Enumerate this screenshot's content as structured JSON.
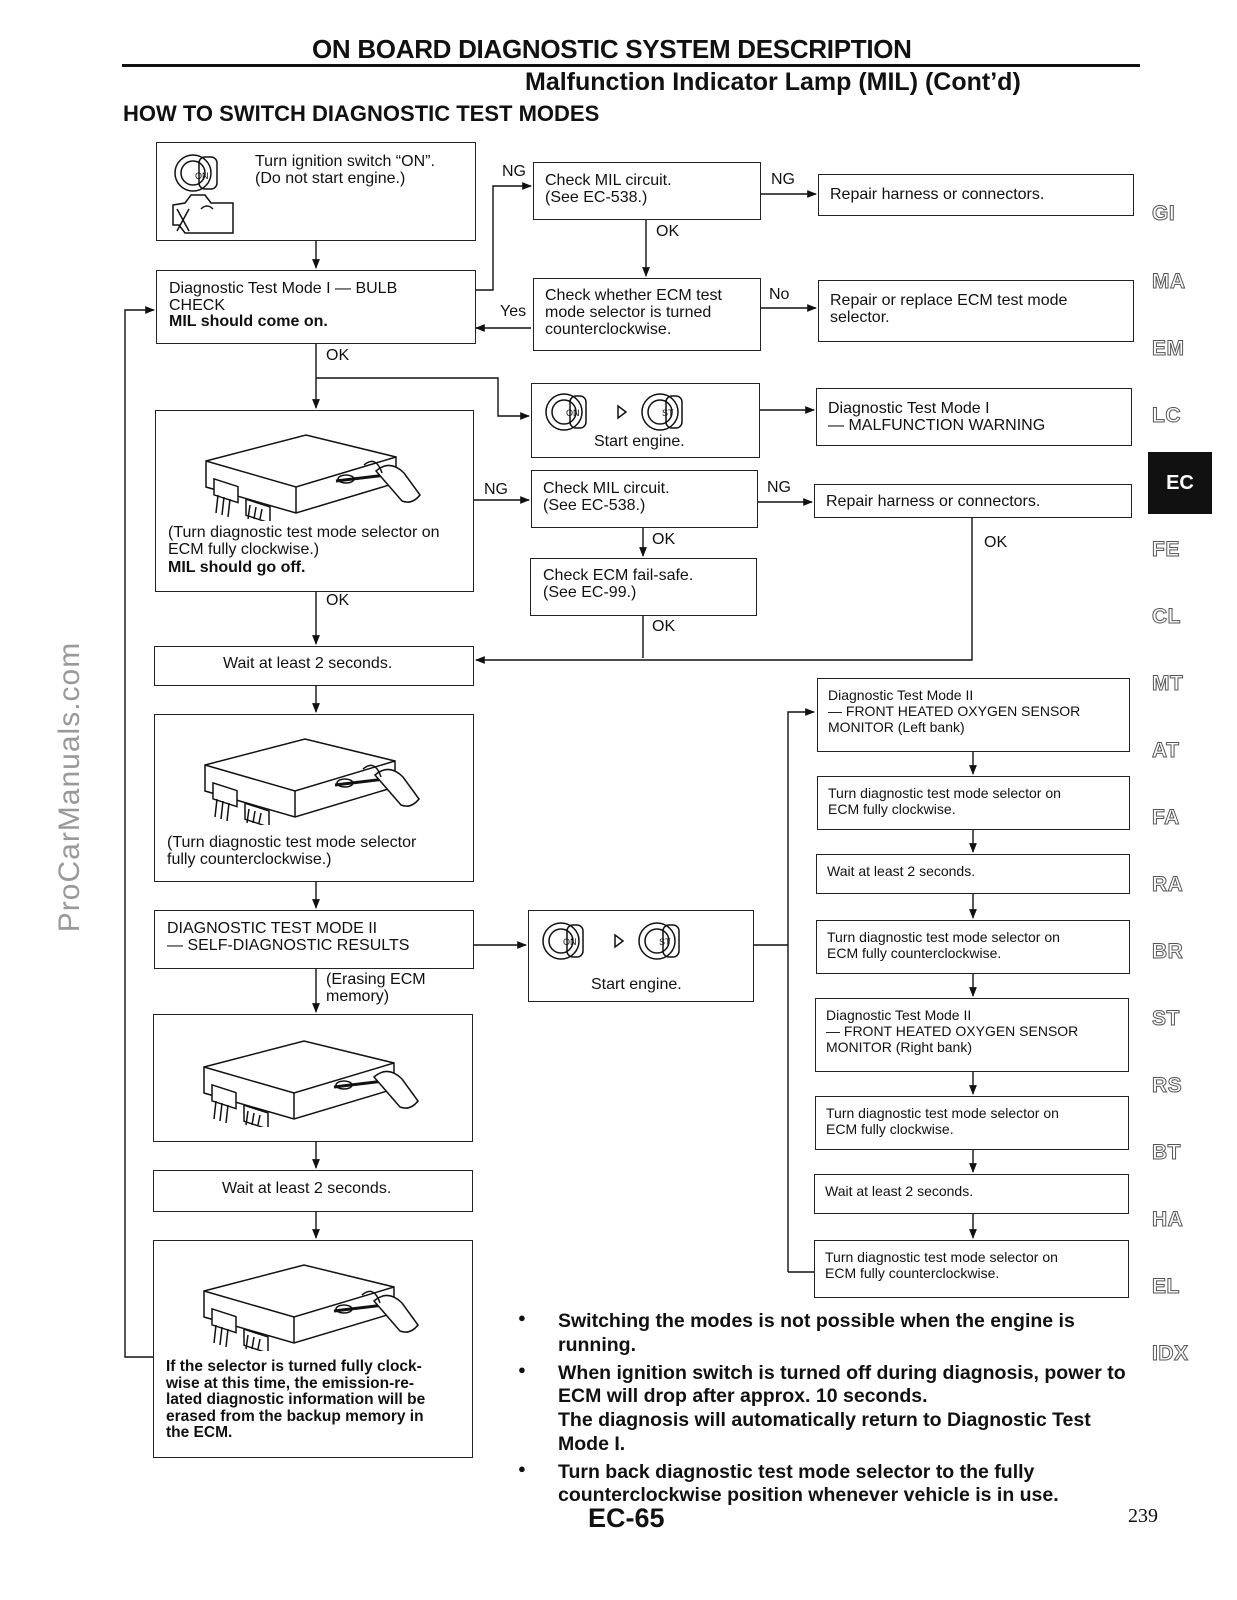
{
  "header": {
    "title": "ON BOARD DIAGNOSTIC SYSTEM DESCRIPTION",
    "subtitle": "Malfunction Indicator Lamp (MIL) (Cont’d)",
    "section": "HOW TO SWITCH DIAGNOSTIC TEST MODES"
  },
  "boxes": {
    "ign": "Turn ignition switch “ON”.\n(Do not start engine.)",
    "mil1": "Check MIL circuit.\n(See EC-538.)",
    "rep1": "Repair harness or connectors.",
    "bulb_l1": "Diagnostic Test Mode I — BULB\nCHECK",
    "bulb_l2": "MIL should come on.",
    "ecmtest": "Check whether ECM test\nmode selector is turned\ncounterclockwise.",
    "replace": "Repair or replace ECM test mode\nselector.",
    "start1": "Start engine.",
    "mfw": "Diagnostic Test Mode I\n— MALFUNCTION WARNING",
    "cw1_l1": "(Turn diagnostic test mode selector on\nECM fully clockwise.)",
    "cw1_l2": "MIL should go off.",
    "mil2": "Check MIL circuit.\n(See EC-538.)",
    "rep2": "Repair harness or connectors.",
    "failsafe": "Check ECM fail-safe.\n(See EC-99.)",
    "wait1": "Wait at least 2 seconds.",
    "ccw1": "(Turn diagnostic test mode selector\nfully counterclockwise.)",
    "mode2": "DIAGNOSTIC TEST MODE II\n— SELF-DIAGNOSTIC RESULTS",
    "start2": "Start engine.",
    "wait2": "Wait at least 2 seconds.",
    "final": "If the selector is turned fully clock-\nwise at this time, the emission-re-\nlated diagnostic information will be\nerased from the backup memory in\nthe ECM.",
    "r1": "Diagnostic Test Mode II\n— FRONT HEATED OXYGEN SENSOR\n     MONITOR (Left bank)",
    "r2": "Turn diagnostic test mode selector on\nECM fully clockwise.",
    "r3": "Wait at least 2 seconds.",
    "r4": "Turn diagnostic test mode selector on\nECM fully counterclockwise.",
    "r5": "Diagnostic Test Mode II\n— FRONT HEATED OXYGEN SENSOR\n     MONITOR (Right bank)",
    "r6": "Turn diagnostic test mode selector on\nECM fully clockwise.",
    "r7": "Wait at least 2 seconds.",
    "r8": "Turn diagnostic test mode selector on\nECM fully counterclockwise."
  },
  "labels": {
    "ng": "NG",
    "ok": "OK",
    "yes": "Yes",
    "no": "No",
    "erasing": "(Erasing ECM\nmemory)",
    "key_on": "ON",
    "key_st": "ST"
  },
  "tabs": [
    "GI",
    "MA",
    "EM",
    "LC",
    "EC",
    "FE",
    "CL",
    "MT",
    "AT",
    "FA",
    "RA",
    "BR",
    "ST",
    "RS",
    "BT",
    "HA",
    "EL",
    "IDX"
  ],
  "notes": [
    "Switching the modes is not possible when the engine is running.",
    "When ignition switch is turned off during diagnosis, power to ECM will drop after approx. 10 seconds.\nThe diagnosis will automatically return to Diagnostic Test Mode I.",
    "Turn back diagnostic test mode selector to the fully counterclockwise position whenever vehicle is in use."
  ],
  "footer": {
    "code": "EC-65",
    "page": "239"
  },
  "watermark": "ProCarManuals.com"
}
